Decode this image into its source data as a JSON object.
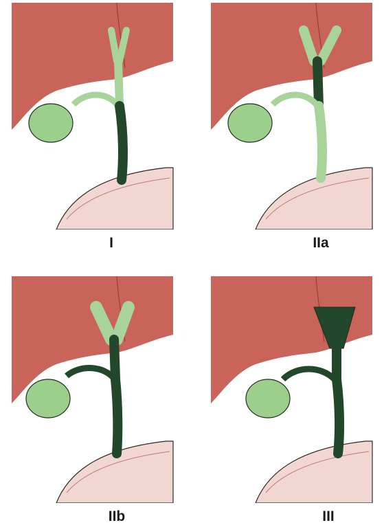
{
  "panels": [
    {
      "label": "I",
      "variant": "type-1"
    },
    {
      "label": "IIa",
      "variant": "type-2a"
    },
    {
      "label": "IIb",
      "variant": "type-2b"
    },
    {
      "label": "III",
      "variant": "type-3"
    }
  ],
  "colors": {
    "liver": "#c8645a",
    "liver_dark": "#a84a42",
    "duodenum": "#f2d6d2",
    "duct_light": "#a8d39a",
    "duct_dark": "#23472a",
    "outline": "#1d2e1d",
    "gallbladder": "#9ccf8c"
  }
}
